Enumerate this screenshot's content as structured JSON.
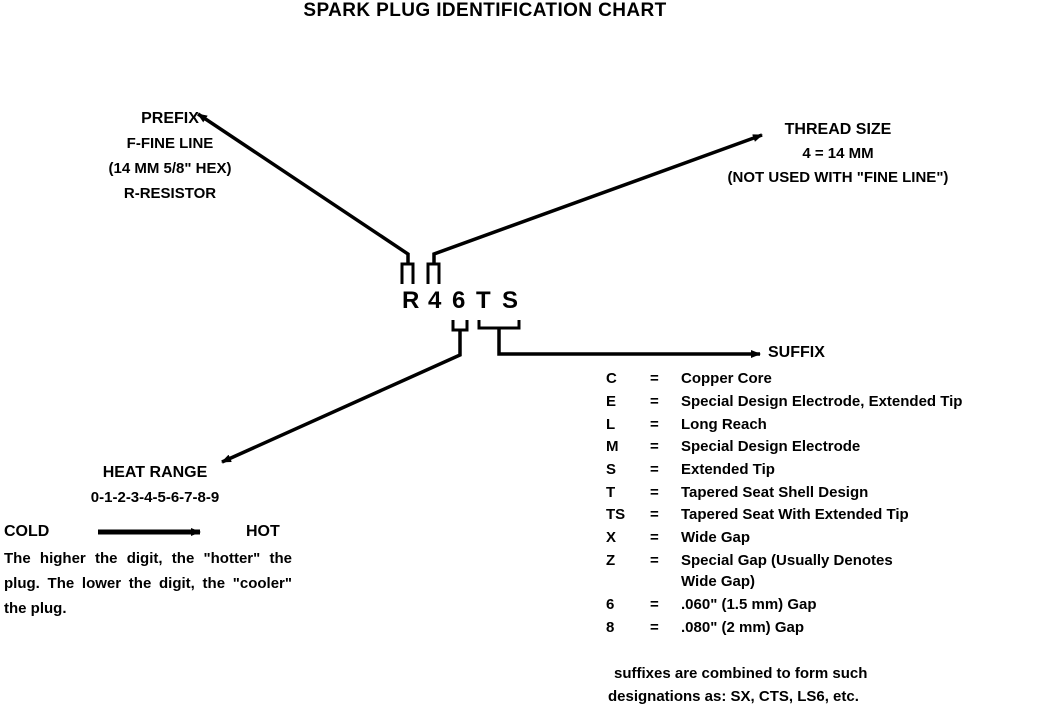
{
  "title": "SPARK PLUG IDENTIFICATION CHART",
  "code_letters": [
    "R",
    "4",
    "6",
    "T",
    "S"
  ],
  "prefix": {
    "heading": "PREFIX",
    "lines": [
      "F-FINE LINE",
      "(14 MM 5/8\" HEX)",
      "R-RESISTOR"
    ]
  },
  "thread_size": {
    "heading": "THREAD SIZE",
    "lines": [
      "4 = 14 MM",
      "(NOT USED WITH \"FINE LINE\")"
    ]
  },
  "heat_range": {
    "heading": "HEAT RANGE",
    "range": "0-1-2-3-4-5-6-7-8-9",
    "cold_label": "COLD",
    "hot_label": "HOT",
    "description": "The higher the digit, the \"hotter\" the plug. The lower the digit, the \"cooler\" the plug."
  },
  "suffix": {
    "heading": "SUFFIX",
    "entries": [
      {
        "code": "C",
        "sep": "=",
        "desc": "Copper Core"
      },
      {
        "code": "E",
        "sep": "=",
        "desc": "Special Design Electrode, Extended Tip"
      },
      {
        "code": "L",
        "sep": "=",
        "desc": "Long Reach"
      },
      {
        "code": "M",
        "sep": "=",
        "desc": "Special Design Electrode"
      },
      {
        "code": "S",
        "sep": "=",
        "desc": "Extended Tip"
      },
      {
        "code": "T",
        "sep": "=",
        "desc": "Tapered Seat Shell Design"
      },
      {
        "code": "TS",
        "sep": "=",
        "desc": "Tapered Seat With Extended Tip"
      },
      {
        "code": "X",
        "sep": "=",
        "desc": "Wide Gap"
      },
      {
        "code": "Z",
        "sep": "=",
        "desc": "Special Gap (Usually Denotes"
      },
      {
        "code": "",
        "sep": "",
        "desc": "Wide Gap)"
      },
      {
        "code": "6",
        "sep": "=",
        "desc": ".060\" (1.5 mm) Gap"
      },
      {
        "code": "8",
        "sep": "=",
        "desc": ".080\" (2 mm) Gap"
      }
    ],
    "note_lines": [
      "suffixes are combined to form such",
      "designations as: SX, CTS, LS6, etc."
    ]
  }
}
